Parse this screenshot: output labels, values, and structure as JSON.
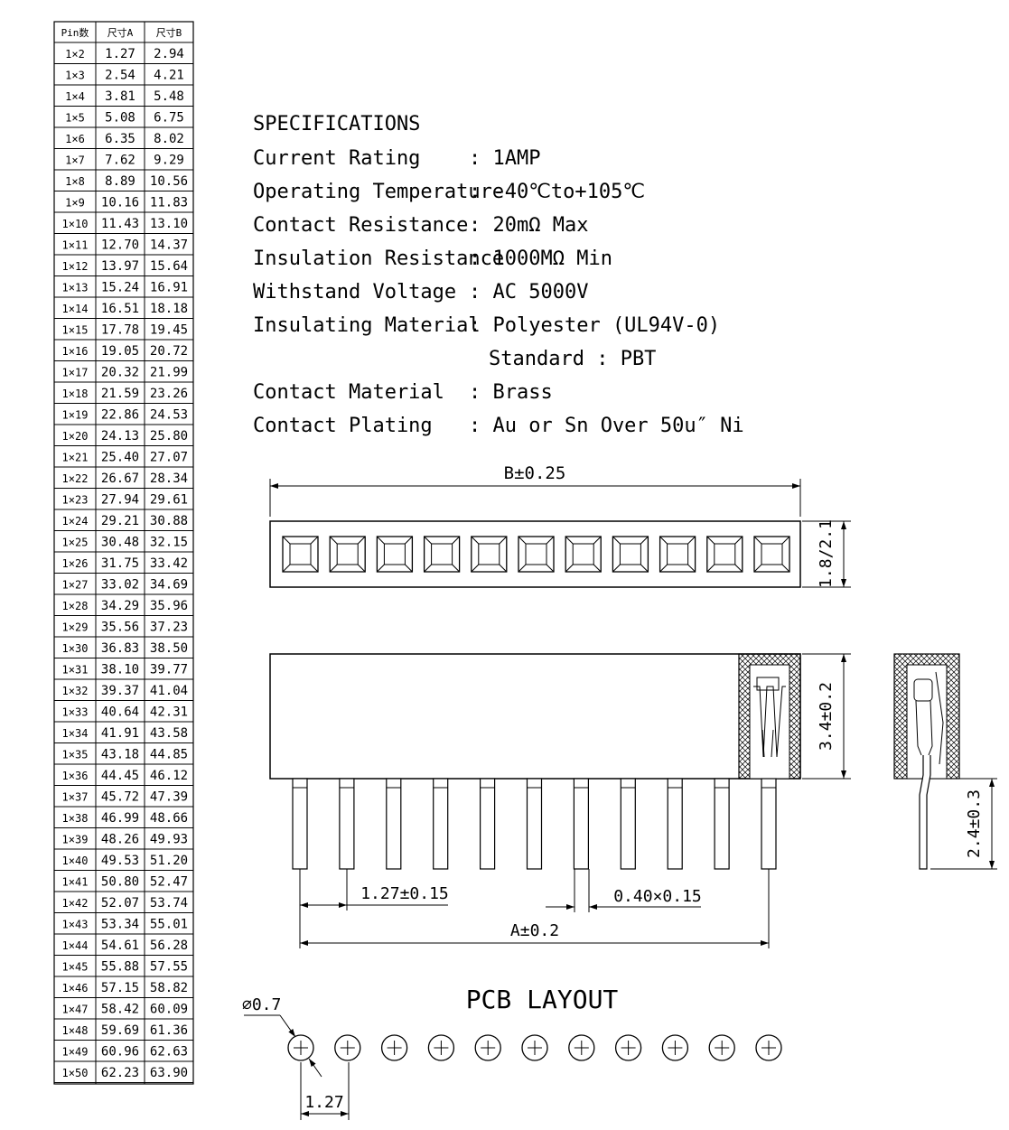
{
  "table": {
    "headers": [
      "Pin数",
      "尺寸A",
      "尺寸B"
    ],
    "rows": [
      [
        "1×2",
        "1.27",
        "2.94"
      ],
      [
        "1×3",
        "2.54",
        "4.21"
      ],
      [
        "1×4",
        "3.81",
        "5.48"
      ],
      [
        "1×5",
        "5.08",
        "6.75"
      ],
      [
        "1×6",
        "6.35",
        "8.02"
      ],
      [
        "1×7",
        "7.62",
        "9.29"
      ],
      [
        "1×8",
        "8.89",
        "10.56"
      ],
      [
        "1×9",
        "10.16",
        "11.83"
      ],
      [
        "1×10",
        "11.43",
        "13.10"
      ],
      [
        "1×11",
        "12.70",
        "14.37"
      ],
      [
        "1×12",
        "13.97",
        "15.64"
      ],
      [
        "1×13",
        "15.24",
        "16.91"
      ],
      [
        "1×14",
        "16.51",
        "18.18"
      ],
      [
        "1×15",
        "17.78",
        "19.45"
      ],
      [
        "1×16",
        "19.05",
        "20.72"
      ],
      [
        "1×17",
        "20.32",
        "21.99"
      ],
      [
        "1×18",
        "21.59",
        "23.26"
      ],
      [
        "1×19",
        "22.86",
        "24.53"
      ],
      [
        "1×20",
        "24.13",
        "25.80"
      ],
      [
        "1×21",
        "25.40",
        "27.07"
      ],
      [
        "1×22",
        "26.67",
        "28.34"
      ],
      [
        "1×23",
        "27.94",
        "29.61"
      ],
      [
        "1×24",
        "29.21",
        "30.88"
      ],
      [
        "1×25",
        "30.48",
        "32.15"
      ],
      [
        "1×26",
        "31.75",
        "33.42"
      ],
      [
        "1×27",
        "33.02",
        "34.69"
      ],
      [
        "1×28",
        "34.29",
        "35.96"
      ],
      [
        "1×29",
        "35.56",
        "37.23"
      ],
      [
        "1×30",
        "36.83",
        "38.50"
      ],
      [
        "1×31",
        "38.10",
        "39.77"
      ],
      [
        "1×32",
        "39.37",
        "41.04"
      ],
      [
        "1×33",
        "40.64",
        "42.31"
      ],
      [
        "1×34",
        "41.91",
        "43.58"
      ],
      [
        "1×35",
        "43.18",
        "44.85"
      ],
      [
        "1×36",
        "44.45",
        "46.12"
      ],
      [
        "1×37",
        "45.72",
        "47.39"
      ],
      [
        "1×38",
        "46.99",
        "48.66"
      ],
      [
        "1×39",
        "48.26",
        "49.93"
      ],
      [
        "1×40",
        "49.53",
        "51.20"
      ],
      [
        "1×41",
        "50.80",
        "52.47"
      ],
      [
        "1×42",
        "52.07",
        "53.74"
      ],
      [
        "1×43",
        "53.34",
        "55.01"
      ],
      [
        "1×44",
        "54.61",
        "56.28"
      ],
      [
        "1×45",
        "55.88",
        "57.55"
      ],
      [
        "1×46",
        "57.15",
        "58.82"
      ],
      [
        "1×47",
        "58.42",
        "60.09"
      ],
      [
        "1×48",
        "59.69",
        "61.36"
      ],
      [
        "1×49",
        "60.96",
        "62.63"
      ],
      [
        "1×50",
        "62.23",
        "63.90"
      ]
    ]
  },
  "specs": {
    "title": "SPECIFICATIONS",
    "items": [
      {
        "label": "Current Rating",
        "value": ": 1AMP"
      },
      {
        "label": "Operating Temperature",
        "value": ": -40℃to+105℃"
      },
      {
        "label": "Contact Resistance",
        "value": ": 20mΩ  Max"
      },
      {
        "label": "Insulation Resistance",
        "value": ": 1000MΩ  Min"
      },
      {
        "label": "Withstand Voltage",
        "value": ": AC 5000V"
      },
      {
        "label": "Insulating Material",
        "value": ": Polyester (UL94V-0)"
      },
      {
        "label": "",
        "value": "Standard : PBT"
      },
      {
        "label": "Contact Material",
        "value": ": Brass"
      },
      {
        "label": "Contact Plating",
        "value": ": Au or Sn Over 50u″ Ni"
      }
    ]
  },
  "drawing": {
    "top_view_pins": 11,
    "dim_b": "B±0.25",
    "dim_height_top": "1.8/2.1",
    "dim_body_height": "3.4±0.2",
    "dim_tail": "2.4±0.3",
    "dim_pitch": "1.27±0.15",
    "dim_pin_size": "0.40×0.15",
    "dim_a": "A±0.2"
  },
  "pcb": {
    "title": "PCB LAYOUT",
    "hole_dia": "⌀0.7",
    "pitch": "1.27",
    "holes": 11
  }
}
